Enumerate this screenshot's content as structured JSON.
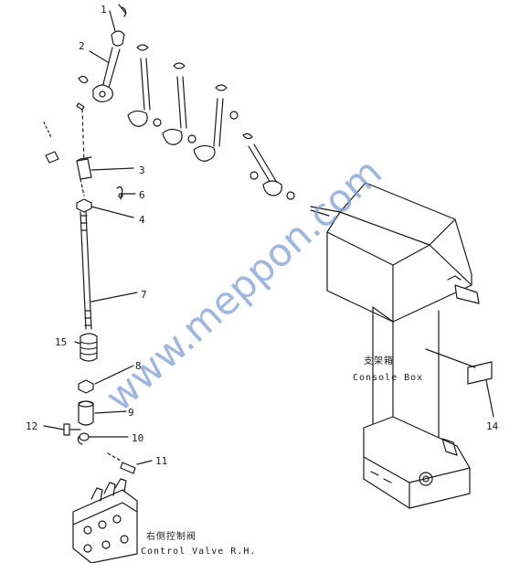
{
  "callouts": [
    "1",
    "2",
    "3",
    "6",
    "4",
    "7",
    "15",
    "8",
    "9",
    "10",
    "12",
    "11",
    "14"
  ],
  "labels": {
    "console_box_cn": "支架箱",
    "console_box_en": "Console  Box",
    "control_valve_cn": "右侧控制阀",
    "control_valve_en": "Control Valve R.H."
  },
  "watermark": "www.meppon.com",
  "colors": {
    "ink": "#1a1a1a",
    "watermark": "#7f9fd6",
    "background": "#ffffff"
  }
}
